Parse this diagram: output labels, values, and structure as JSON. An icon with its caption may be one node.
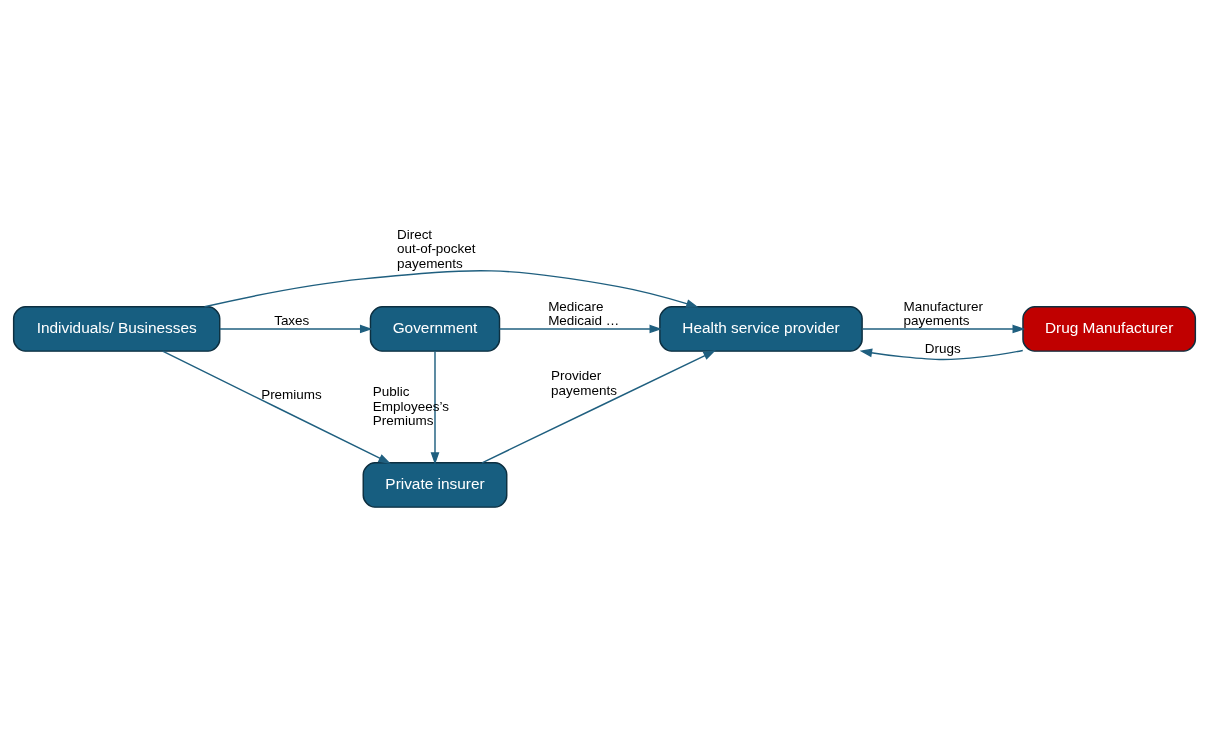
{
  "diagram": {
    "nodes": [
      {
        "text": [
          "Individuals/ Businesses"
        ]
      },
      {
        "text": [
          "Health service provider"
        ]
      },
      {
        "text": [
          "Government"
        ]
      },
      {
        "text": [
          "Private insurer"
        ]
      },
      {
        "text": [
          "Drug Manufacturer"
        ]
      }
    ],
    "edges": [
      {
        "from": 0,
        "to": 1,
        "arrow": "to",
        "label": "Direct out-of-pocket payements"
      },
      {
        "from": 0,
        "to": 2,
        "arrow": "to",
        "label": "Taxes"
      },
      {
        "from": 0,
        "to": 3,
        "arrow": "to",
        "label": "Premiums"
      },
      {
        "from": 2,
        "to": 1,
        "arrow": "to",
        "label": "Medicare Medicaid …"
      },
      {
        "from": 2,
        "to": 3,
        "arrow": "to",
        "label": "Public Employees’s Premiums"
      },
      {
        "from": 3,
        "to": 1,
        "arrow": "to",
        "label": "Provider payements"
      },
      {
        "from": 1,
        "to": 4,
        "arrow": "to",
        "label": "Manufacturer payements"
      },
      {
        "from": 4,
        "to": 1,
        "arrow": "to",
        "label": "Drugs"
      }
    ]
  }
}
